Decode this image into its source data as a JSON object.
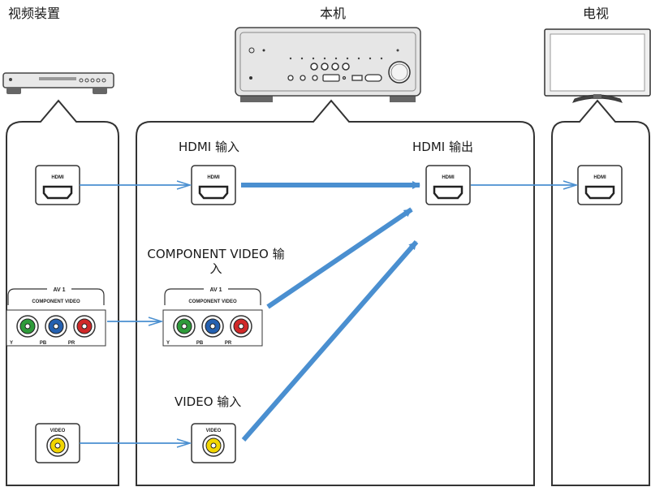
{
  "devices": {
    "source": "视频装置",
    "receiver": "本机",
    "tv": "电视"
  },
  "labels": {
    "hdmi_in": "HDMI 输入",
    "hdmi_out": "HDMI 输出",
    "component_in_line1": "COMPONENT VIDEO 输",
    "component_in_line2": "入",
    "video_in": "VIDEO 输入"
  },
  "jacks": {
    "hdmi": "HDMI",
    "av1": "AV 1",
    "component_video": "COMPONENT VIDEO",
    "y": "Y",
    "pb": "PB",
    "pr": "PR",
    "video": "VIDEO"
  },
  "colors": {
    "arrow": "#4a8fd0",
    "outline": "#333333",
    "y_jack": "#2e9b3a",
    "pb_jack": "#2460b0",
    "pr_jack": "#d02828",
    "video_jack": "#f2d600"
  }
}
